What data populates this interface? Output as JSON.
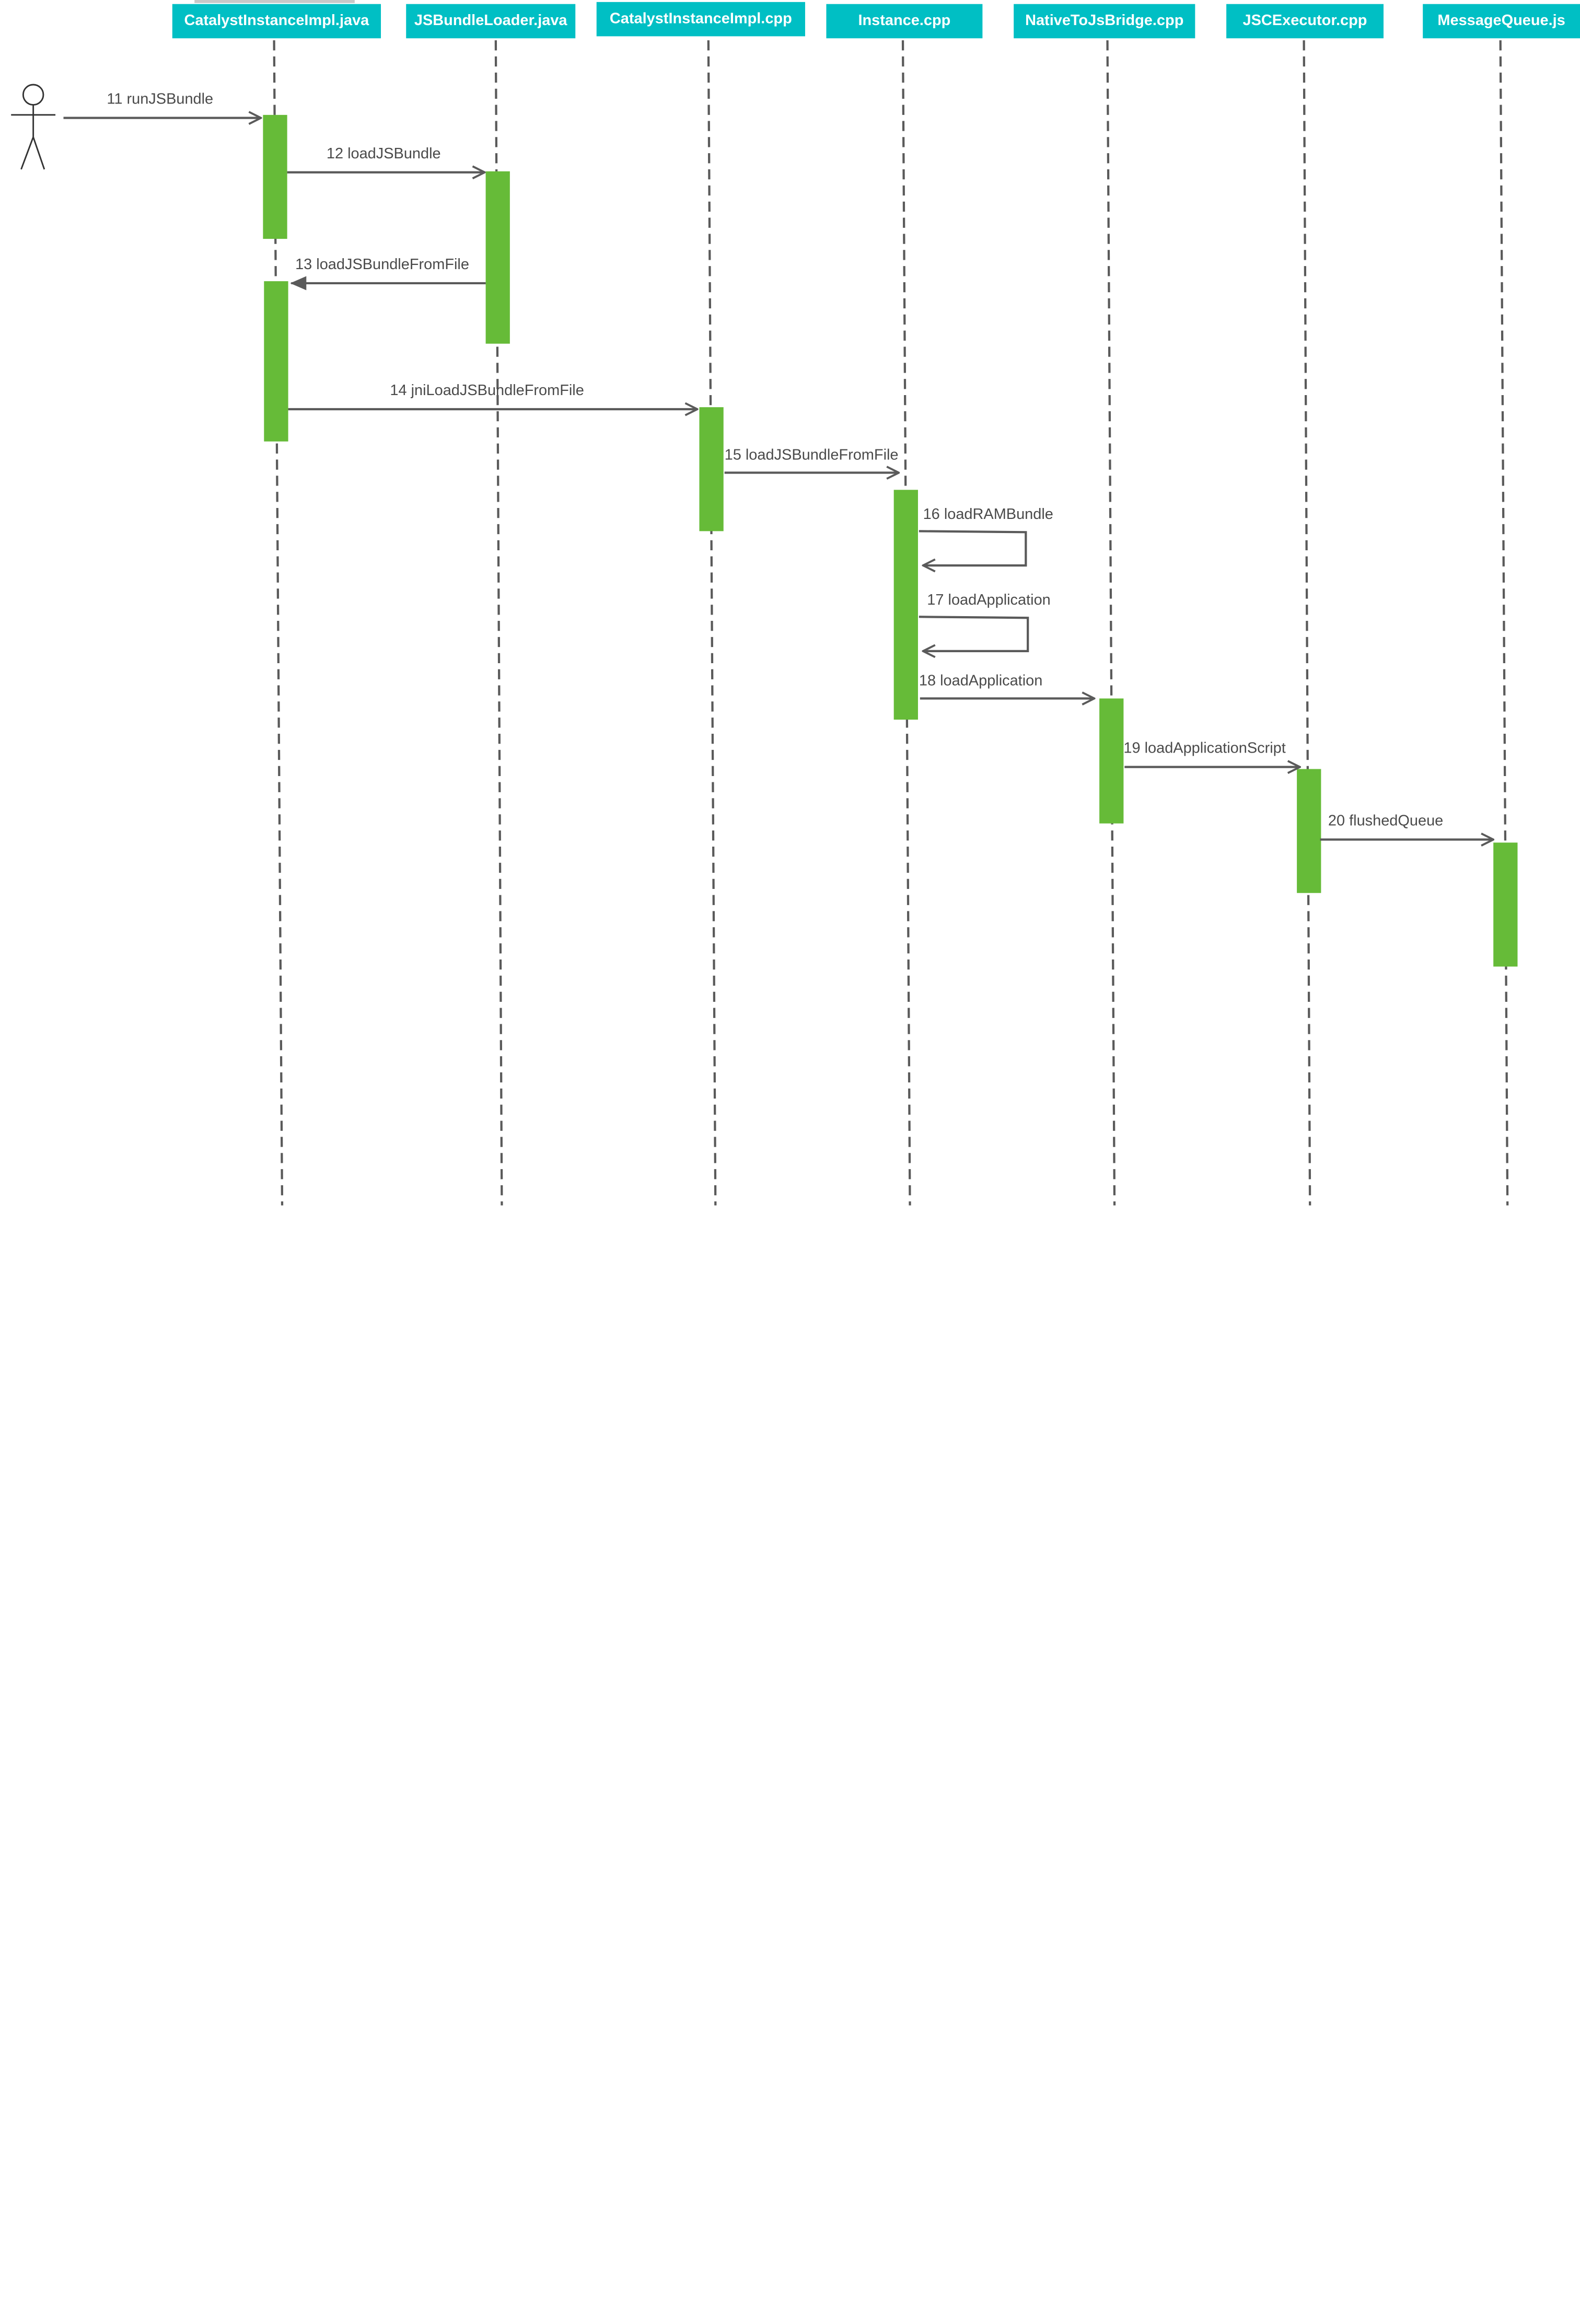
{
  "colors": {
    "header_bg": "#00bfc4",
    "header_text": "#ffffff",
    "activation": "#66bb38",
    "line": "#5a5a5a",
    "label_text": "#4a4a4a",
    "background": "#ffffff"
  },
  "participants": [
    {
      "id": "p0",
      "name": "CatalystInstanceImpl.java"
    },
    {
      "id": "p1",
      "name": "JSBundleLoader.java"
    },
    {
      "id": "p2",
      "name": "CatalystInstanceImpl.cpp"
    },
    {
      "id": "p3",
      "name": "Instance.cpp"
    },
    {
      "id": "p4",
      "name": "NativeToJsBridge.cpp"
    },
    {
      "id": "p5",
      "name": "JSCExecutor.cpp"
    },
    {
      "id": "p6",
      "name": "MessageQueue.js"
    }
  ],
  "actor": {
    "icon": "stick-figure-actor-icon"
  },
  "messages": [
    {
      "seq": 1,
      "label": "11 runJSBundle",
      "from": "actor",
      "to": "p0",
      "kind": "call"
    },
    {
      "seq": 2,
      "label": "12 loadJSBundle",
      "from": "p0",
      "to": "p1",
      "kind": "call"
    },
    {
      "seq": 3,
      "label": "13 loadJSBundleFromFile",
      "from": "p1",
      "to": "p0",
      "kind": "callback"
    },
    {
      "seq": 4,
      "label": "14 jniLoadJSBundleFromFile",
      "from": "p0",
      "to": "p2",
      "kind": "call"
    },
    {
      "seq": 5,
      "label": "15 loadJSBundleFromFile",
      "from": "p2",
      "to": "p3",
      "kind": "call"
    },
    {
      "seq": 6,
      "label": "16 loadRAMBundle",
      "from": "p3",
      "to": "p3",
      "kind": "self"
    },
    {
      "seq": 7,
      "label": "17 loadApplication",
      "from": "p3",
      "to": "p3",
      "kind": "self"
    },
    {
      "seq": 8,
      "label": "18 loadApplication",
      "from": "p3",
      "to": "p4",
      "kind": "call"
    },
    {
      "seq": 9,
      "label": "19 loadApplicationScript",
      "from": "p4",
      "to": "p5",
      "kind": "call"
    },
    {
      "seq": 10,
      "label": "20 flushedQueue",
      "from": "p5",
      "to": "p6",
      "kind": "call"
    }
  ]
}
